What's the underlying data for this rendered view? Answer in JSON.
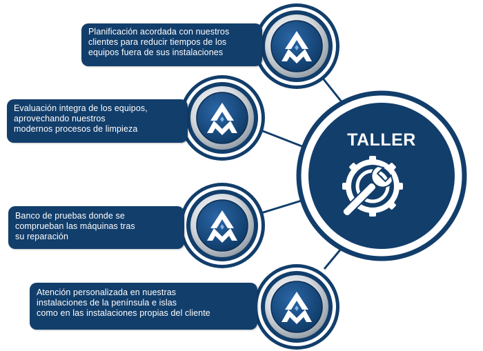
{
  "hub": {
    "title": "TALLER",
    "icon": "gear-wrench-icon"
  },
  "items": [
    {
      "lines": [
        "Planificación acordada con nuestros",
        "clientes para reducir tiempos de los",
        "equipos fuera de sus instalaciones"
      ],
      "icon": "am-logo-icon"
    },
    {
      "lines": [
        "Evaluación integra de los equipos,",
        "aprovechando nuestros",
        "modernos procesos de limpieza"
      ],
      "icon": "am-logo-icon"
    },
    {
      "lines": [
        "Banco de pruebas donde se",
        "comprueban las máquinas tras",
        "su reparación"
      ],
      "icon": "am-logo-icon"
    },
    {
      "lines": [
        "Atención personalizada en nuestras",
        "instalaciones de la península  e islas",
        "como en las instalaciones propias del cliente"
      ],
      "icon": "am-logo-icon"
    }
  ],
  "colors": {
    "navy": "#123e6b",
    "ring_blue": "#1c4f86",
    "silver": "#c9ced4",
    "white": "#ffffff"
  }
}
